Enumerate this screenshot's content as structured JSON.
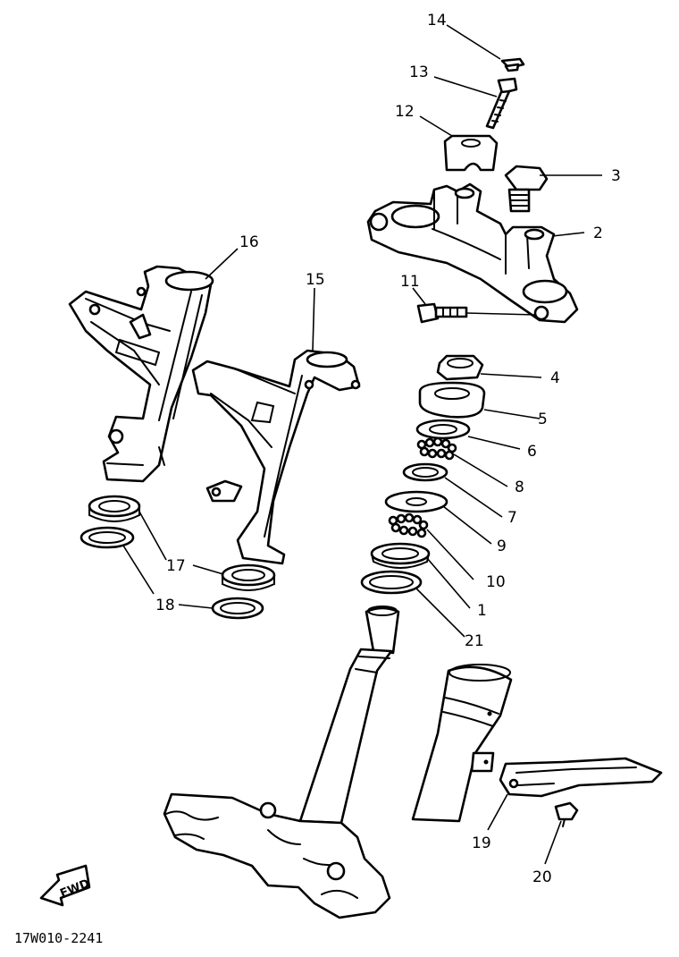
{
  "diagram_code": "17W010-2241",
  "fwd_label": "FWD",
  "callouts": [
    {
      "id": "c14",
      "label": "14"
    },
    {
      "id": "c13",
      "label": "13"
    },
    {
      "id": "c12",
      "label": "12"
    },
    {
      "id": "c3",
      "label": "3"
    },
    {
      "id": "c2",
      "label": "2"
    },
    {
      "id": "c16",
      "label": "16"
    },
    {
      "id": "c15",
      "label": "15"
    },
    {
      "id": "c11",
      "label": "11"
    },
    {
      "id": "c4",
      "label": "4"
    },
    {
      "id": "c5",
      "label": "5"
    },
    {
      "id": "c6",
      "label": "6"
    },
    {
      "id": "c8",
      "label": "8"
    },
    {
      "id": "c7",
      "label": "7"
    },
    {
      "id": "c9",
      "label": "9"
    },
    {
      "id": "c10",
      "label": "10"
    },
    {
      "id": "c1",
      "label": "1"
    },
    {
      "id": "c17",
      "label": "17"
    },
    {
      "id": "c18",
      "label": "18"
    },
    {
      "id": "c21",
      "label": "21"
    },
    {
      "id": "c19",
      "label": "19"
    },
    {
      "id": "c20",
      "label": "20"
    }
  ]
}
